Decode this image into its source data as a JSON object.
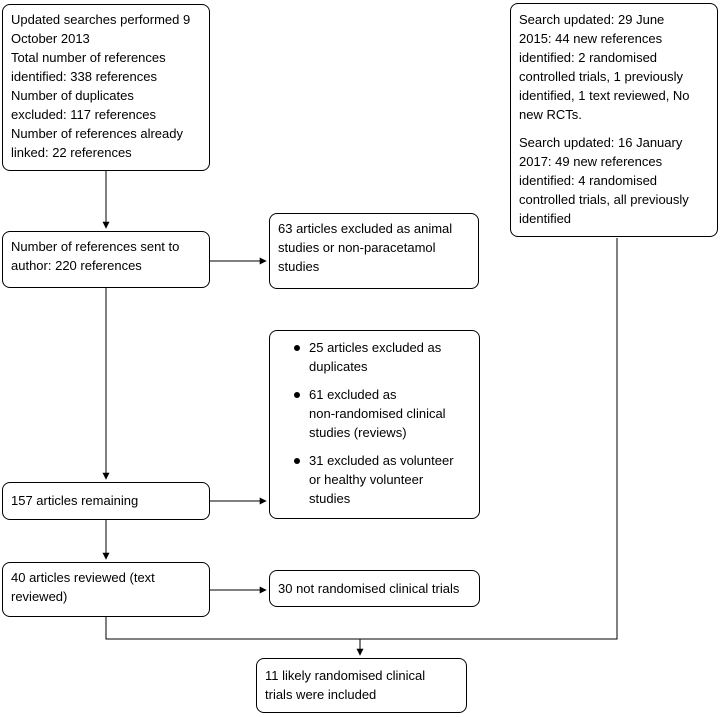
{
  "diagram": {
    "kind": "study-selection-flowchart",
    "colors": {
      "background": "#ffffff",
      "border": "#000000",
      "text": "#000000",
      "arrow": "#000000"
    },
    "boxes": {
      "search_2013": {
        "text": "Updated searches performed 9\nOctober 2013\nTotal number of references\nidentified: 338 references\nNumber of duplicates\nexcluded: 117 references\nNumber of references already\nlinked: 22 references"
      },
      "search_updates": {
        "para1": "Search updated: 29 June\n2015: 44 new references\nidentified: 2 randomised\ncontrolled trials, 1 previously\nidentified, 1 text reviewed, No\nnew RCTs.",
        "para2": "Search updated: 16 January\n2017: 49 new references\nidentified: 4 randomised\ncontrolled trials, all previously\nidentified"
      },
      "sent_to_author": {
        "text": "Number of references sent to\nauthor: 220 references"
      },
      "excluded_animal": {
        "text": "63 articles excluded as animal\nstudies or non-paracetamol\nstudies"
      },
      "exclusions": {
        "items": [
          "25 articles excluded as\nduplicates",
          "61 excluded as\nnon-randomised clinical\nstudies (reviews)",
          "31 excluded as volunteer\nor healthy volunteer\nstudies"
        ]
      },
      "remaining": {
        "text": "157 articles remaining"
      },
      "reviewed": {
        "text": "40 articles reviewed (text\nreviewed)"
      },
      "not_randomised": {
        "text": "30 not randomised clinical trials"
      },
      "included": {
        "text": "11 likely randomised clinical\ntrials were included"
      }
    }
  }
}
